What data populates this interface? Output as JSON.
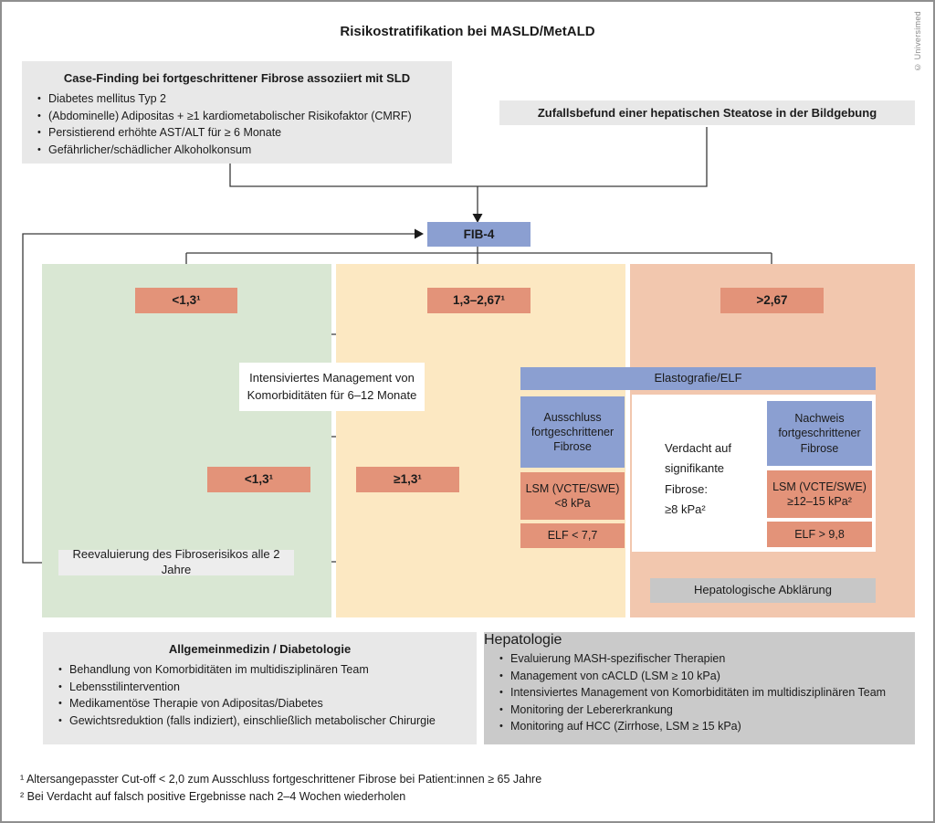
{
  "header": {
    "title": "Risikostratifikation bei MASLD/MetALD",
    "copyright": "© Universimed"
  },
  "case_finding": {
    "title": "Case-Finding bei fortgeschrittener Fibrose assoziiert mit SLD",
    "items": [
      "Diabetes mellitus Typ 2",
      "(Abdominelle) Adipositas + ≥1 kardiometabolischer Risikofaktor (CMRF)",
      "Persistierend erhöhte AST/ALT für ≥ 6 Monate",
      "Gefährlicher/schädlicher Alkoholkonsum"
    ]
  },
  "incidental_finding": "Zufallsbefund einer hepatischen Steatose in der Bildgebung",
  "fib4": {
    "label": "FIB-4"
  },
  "cutoffs": {
    "low": "<1,3¹",
    "mid": "1,3–2,67¹",
    "high": ">2,67",
    "repeat_low": "<1,3¹",
    "repeat_high": "≥1,3¹"
  },
  "management_box": "Intensiviertes Management von\nKomorbiditäten für 6–12 Monate",
  "reevaluation": "Reevaluierung des Fibroserisikos alle 2 Jahre",
  "elastography": {
    "banner": "Elastografie/ELF",
    "exclusion": {
      "title": "Ausschluss\nfortgeschrittener\nFibrose",
      "lsm": "LSM (VCTE/SWE)\n<8 kPa",
      "elf": "ELF < 7,7"
    },
    "suspicion": "Verdacht auf\nsignifikante\nFibrose:\n≥8 kPa²",
    "confirmation": {
      "title": "Nachweis\nfortgeschrittener\nFibrose",
      "lsm": "LSM (VCTE/SWE)\n≥12–15 kPa²",
      "elf": "ELF > 9,8"
    },
    "referral": "Hepatologische Abklärung"
  },
  "care_paths": {
    "primary": {
      "title": "Allgemeinmedizin / Diabetologie",
      "items": [
        "Behandlung von Komorbiditäten im multidisziplinären Team",
        "Lebensstilintervention",
        "Medikamentöse Therapie von Adipositas/Diabetes",
        "Gewichtsreduktion (falls indiziert), einschließlich metabolischer Chirurgie"
      ]
    },
    "hepatology": {
      "title": "Hepatologie",
      "items": [
        "Evaluierung MASH-spezifischer Therapien",
        "Management von cACLD (LSM ≥ 10 kPa)",
        "Intensiviertes Management von Komorbiditäten im multidisziplinären Team",
        "Monitoring der Lebererkrankung",
        "Monitoring auf HCC (Zirrhose, LSM ≥ 15 kPa)"
      ]
    }
  },
  "footnotes": [
    "¹ Altersangepasster Cut-off < 2,0 zum Ausschluss fortgeschrittener Fibrose bei Patient:innen ≥ 65 Jahre",
    "² Bei Verdacht auf falsch positive Ergebnisse nach 2–4 Wochen wiederholen"
  ]
}
